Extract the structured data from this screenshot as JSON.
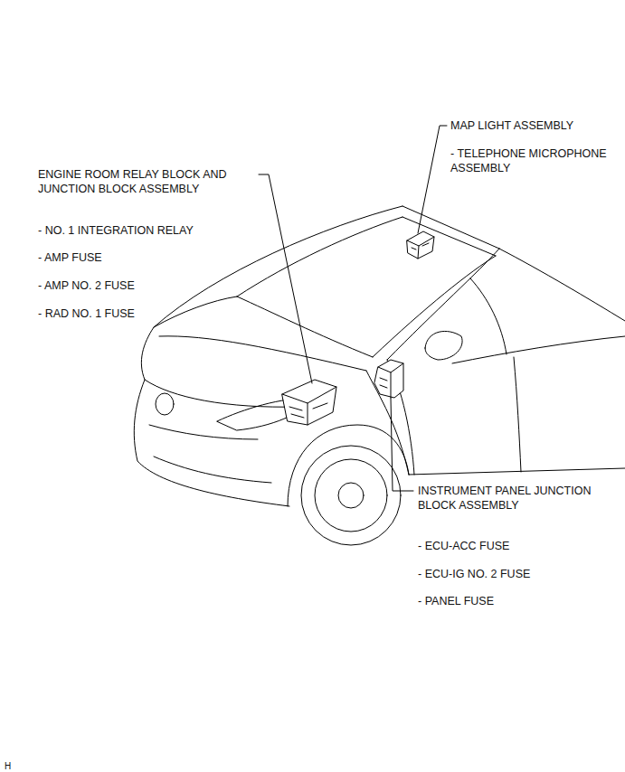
{
  "diagram": {
    "labels": [
      "ENGINE ROOM RELAY BLOCK AND JUNCTION BLOCK ASSEMBLY",
      "- NO. 1 INTEGRATION RELAY",
      "- AMP FUSE",
      "- AMP NO. 2 FUSE",
      "- RAD NO. 1 FUSE",
      "MAP LIGHT ASSEMBLY",
      "- TELEPHONE MICROPHONE ASSEMBLY",
      "INSTRUMENT PANEL JUNCTION BLOCK ASSEMBLY",
      "- ECU-ACC FUSE",
      "- ECU-IG NO. 2 FUSE",
      "- PANEL FUSE",
      "H"
    ]
  }
}
